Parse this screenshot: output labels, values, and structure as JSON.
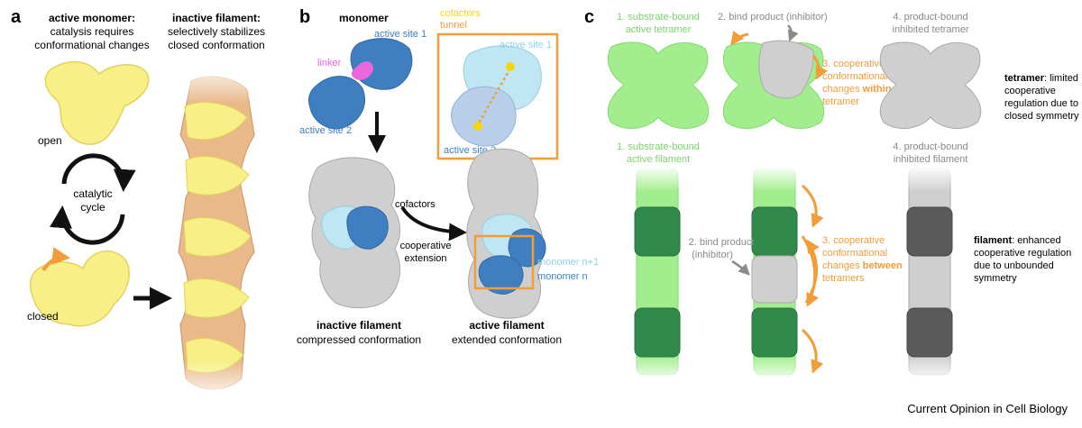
{
  "colors": {
    "yellow": "#f8ef87",
    "yellow_edge": "#e3d25b",
    "tan": "#e9b98a",
    "blue": "#3f7fc1",
    "light_blue": "#bfe6f2",
    "pale_blue": "#b9cfe9",
    "magenta": "#ee66dd",
    "grey": "#cfcfcf",
    "grey_edge": "#a9a9a9",
    "light_green": "#a2ee8e",
    "dark_green": "#2f8a4c",
    "dark_grey": "#5a5a5a",
    "orange": "#f39c3a",
    "cofactor_yellow": "#f5d800",
    "label_blue": "#3f7fc1",
    "label_green": "#7ad36a",
    "label_grey": "#8a8a8a",
    "label_orange": "#f39c3a"
  },
  "panel_a": {
    "letter": "a",
    "monomer_title": "active monomer:",
    "monomer_line1": "catalysis requires",
    "monomer_line2": "conformational changes",
    "filament_title": "inactive filament:",
    "filament_line1": "selectively stabilizes",
    "filament_line2": "closed conformation",
    "open_label": "open",
    "closed_label": "closed",
    "cycle_line1": "catalytic",
    "cycle_line2": "cycle"
  },
  "panel_b": {
    "letter": "b",
    "monomer_title": "monomer",
    "active_site_1": "active site 1",
    "active_site_2": "active site 2",
    "linker": "linker",
    "cofactors": "cofactors",
    "tunnel": "tunnel",
    "inset_site_1": "active site 1",
    "inset_site_2": "active site 2",
    "arrow_cofactors": "cofactors",
    "arrow_coop_1": "cooperative",
    "arrow_coop_2": "extension",
    "monomer_n1": "monomer n+1",
    "monomer_n": "monomer n",
    "inactive_title": "inactive filament",
    "inactive_sub": "compressed conformation",
    "active_title": "active filament",
    "active_sub": "extended conformation"
  },
  "panel_c": {
    "letter": "c",
    "s1_line1": "1. substrate-bound",
    "s1_line2": "active tetramer",
    "s2_label": "2. bind product (inhibitor)",
    "s3_line1": "3. cooperative",
    "s3_line2": "conformational",
    "s3_line3_pre": "changes ",
    "s3_line3_bold": "within",
    "s3_line4": "tetramer",
    "s4_line1": "4. product-bound",
    "s4_line2": "inhibited tetramer",
    "tet_bold": "tetramer",
    "tet_line1_rest": ": limited",
    "tet_line2": "cooperative",
    "tet_line3": "regulation due to",
    "tet_line4": "closed symmetry",
    "f1_line1": "1. substrate-bound",
    "f1_line2": "active filament",
    "f2_line1": "2. bind product",
    "f2_line2": "(inhibitor)",
    "f3_line1": "3. cooperative",
    "f3_line2": "conformational",
    "f3_line3_pre": "changes ",
    "f3_line3_bold": "between",
    "f3_line4": "tetramers",
    "f4_line1": "4. product-bound",
    "f4_line2": "inhibited filament",
    "fil_bold": "filament",
    "fil_line1_rest": ": enhanced",
    "fil_line2": "cooperative regulation",
    "fil_line3": "due to unbounded",
    "fil_line4": "symmetry"
  },
  "footer": {
    "journal": "Current Opinion in Cell Biology"
  }
}
